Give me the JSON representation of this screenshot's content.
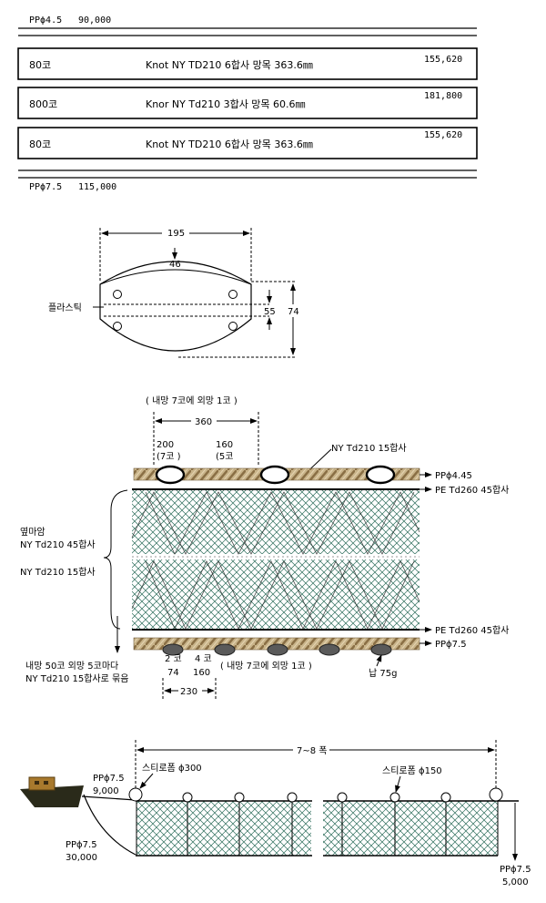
{
  "top_rope": {
    "label": "PPϕ4.5",
    "value": "90,000"
  },
  "rows": [
    {
      "count": "80코",
      "desc": "Knot NY TD210 6합사 망목 363.6㎜",
      "price": "155,620"
    },
    {
      "count": "800코",
      "desc": "Knor NY Td210 3합사 망목 60.6㎜",
      "price": "181,800"
    },
    {
      "count": "80코",
      "desc": "Knot NY TD210 6합사 망목 363.6㎜",
      "price": "155,620"
    }
  ],
  "bottom_rope": {
    "label": "PPϕ7.5",
    "value": "115,000"
  },
  "plastic": {
    "label": "플라스틱",
    "width": "195",
    "dim_46": "46",
    "dim_55": "55",
    "dim_74": "74"
  },
  "net_detail": {
    "top_note": "( 내망 7코에  외망 1코 )",
    "span_top": "360",
    "d200": "200",
    "d7": "(7코 )",
    "d160": "160",
    "d5": "(5코",
    "ny15_top": "NY Td210 15합사",
    "pp445": "PPϕ4.45",
    "pe_top": "PE Td260 45합사",
    "side1": "옆마암",
    "side2": "NY Td210 45합사",
    "side3": "NY Td210 15합사",
    "pe_bottom": "PE Td260 45합사",
    "pp75": "PPϕ7.5",
    "bundle1": "내망 50코  외망 5코마다",
    "bundle2": "NY Td210 15합사로  묶음",
    "b2": "2 코",
    "b74": "74",
    "b4": "4 코",
    "b160": "160",
    "bottom_note": "( 내망 7코에  외망 1코 )",
    "span_bottom": "230",
    "lead": "납 75g"
  },
  "overview": {
    "width": "7~8 폭",
    "boat_rope_label": "PPϕ7.5",
    "boat_rope_value": "9,000",
    "lower_rope_label": "PPϕ7.5",
    "lower_rope_value": "30,000",
    "foam_left": "스티로폼 ϕ300",
    "foam_right": "스티로폼 ϕ150",
    "right_rope_label": "PPϕ7.5",
    "right_rope_value": "5,000"
  },
  "colors": {
    "net": "#2e6e5c",
    "rope": "#c9b48a",
    "rope_dark": "#8a6f45",
    "weight": "#5a5a5a"
  }
}
